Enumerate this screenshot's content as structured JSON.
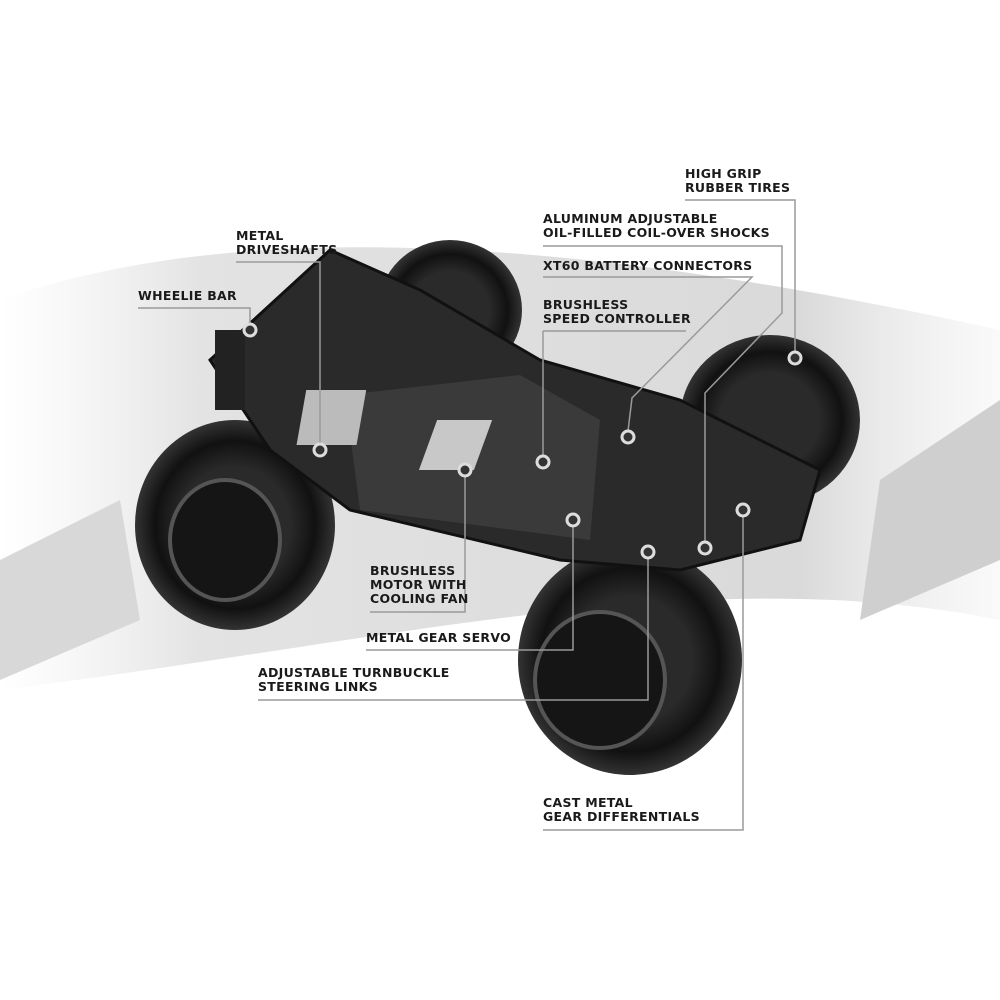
{
  "callouts": {
    "tires": [
      "HIGH GRIP",
      "RUBBER TIRES"
    ],
    "shocks": [
      "ALUMINUM ADJUSTABLE",
      "OIL-FILLED COIL-OVER SHOCKS"
    ],
    "connectors": [
      "XT60 BATTERY CONNECTORS"
    ],
    "esc": [
      "BRUSHLESS",
      "SPEED CONTROLLER"
    ],
    "driveshafts": [
      "METAL",
      "DRIVESHAFTS"
    ],
    "wheelie": [
      "WHEELIE BAR"
    ],
    "motor": [
      "BRUSHLESS",
      "MOTOR WITH",
      "COOLING FAN"
    ],
    "servo": [
      "METAL GEAR SERVO"
    ],
    "links": [
      "ADJUSTABLE TURNBUCKLE",
      "STEERING LINKS"
    ],
    "diffs": [
      "CAST METAL",
      "GEAR DIFFERENTIALS"
    ]
  },
  "colors": {
    "text": "#1a1a1a",
    "leader": "#9a9a9a",
    "truck": "#1c1c1c"
  }
}
